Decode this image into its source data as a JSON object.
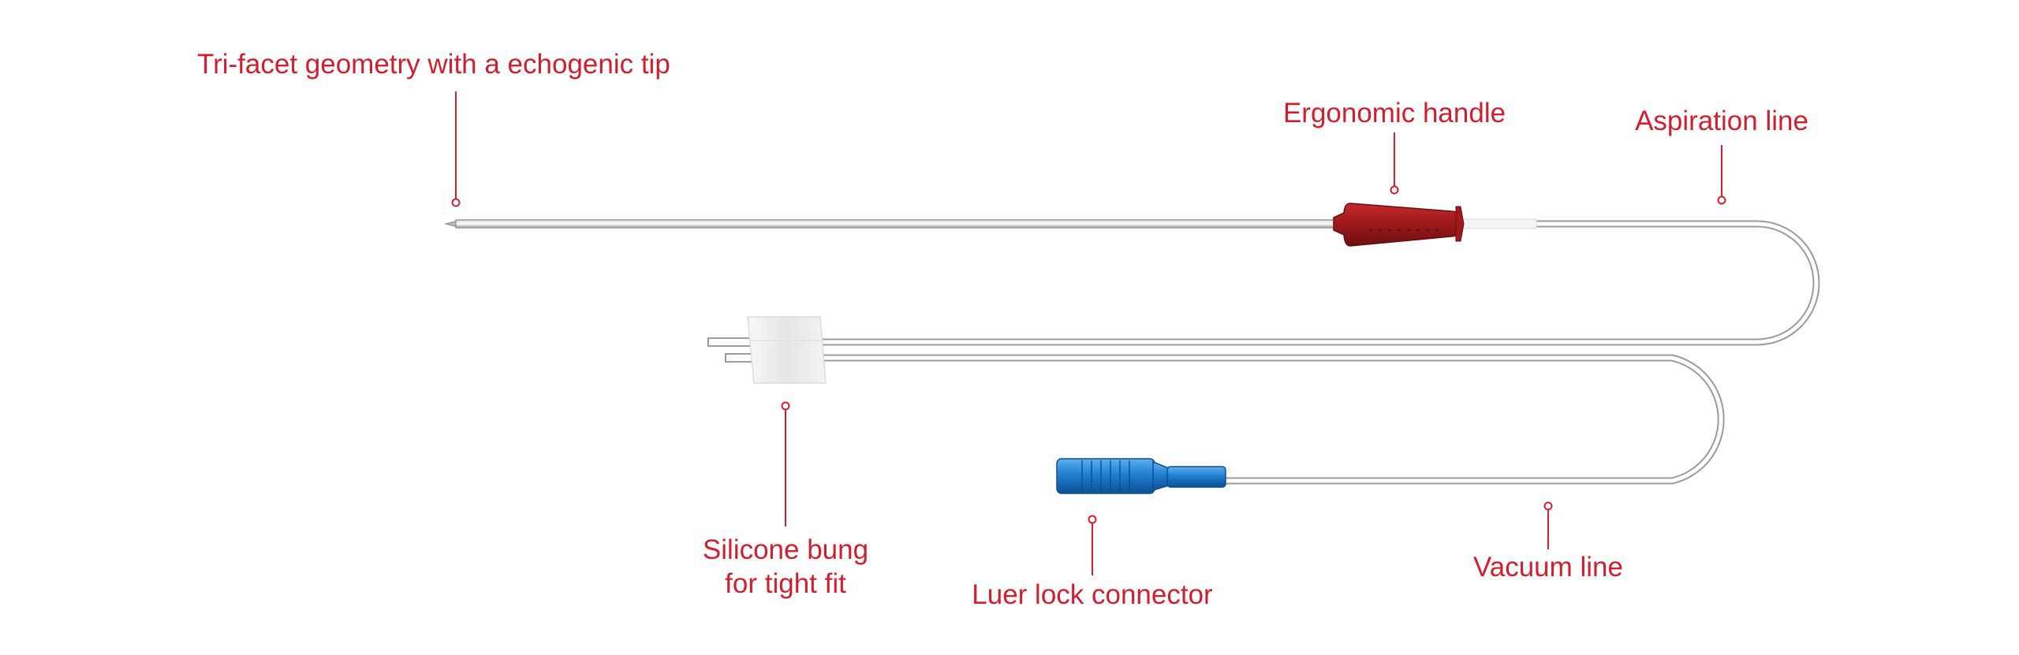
{
  "callouts": {
    "tip": "Tri-facet geometry with a echogenic tip",
    "handle": "Ergonomic handle",
    "aspiration": "Aspiration line",
    "bung_line1": "Silicone bung",
    "bung_line2": "for tight fit",
    "luer": "Luer lock connector",
    "vacuum": "Vacuum line"
  },
  "colors": {
    "label": "#d0202f",
    "handle": "#a01a1c",
    "luer_connector": "#1f7fd0",
    "tube": "#9b9b9b",
    "bung": "#eeeeee"
  }
}
